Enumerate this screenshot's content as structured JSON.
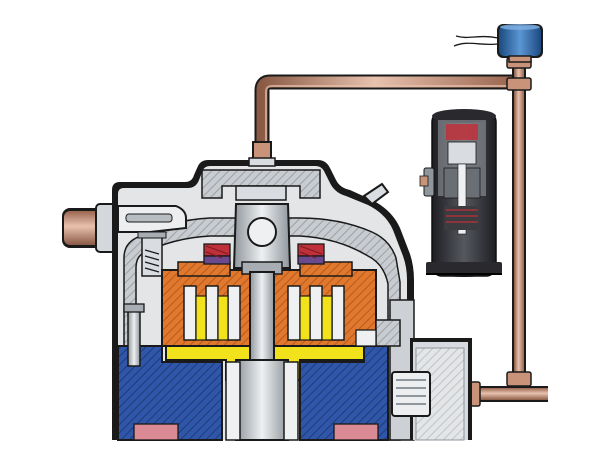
{
  "diagram": {
    "labels": [],
    "colors": {
      "background": "#ffffff",
      "outline": "#1a1a1a",
      "copper_pipe": "#c9937a",
      "copper_dark": "#8a5a45",
      "copper_light": "#e8c2ae",
      "solenoid_blue": "#2f6fb0",
      "solenoid_dark": "#1c4a80",
      "casing_gray": "#e3e5e7",
      "interior_gray": "#c8ccd0",
      "hatch_gray": "#9aa0a6",
      "scroll_orange": "#e0782e",
      "crank_yellow": "#f2e21c",
      "oil_blue": "#2f56a8",
      "seal_red": "#c0303a",
      "seal_purple": "#6a4a8c",
      "steel_light": "#d9dde1",
      "steel_mid": "#a7adb3",
      "motor_pink": "#d98a92"
    },
    "components": [
      "compressor-shell-cutaway",
      "discharge-port",
      "discharge-line",
      "solenoid-valve",
      "suction-return-line",
      "scroll-set",
      "crankshaft",
      "oil-sump",
      "terminal-box",
      "inset-compressor-cutaway",
      "left-fitting"
    ]
  }
}
